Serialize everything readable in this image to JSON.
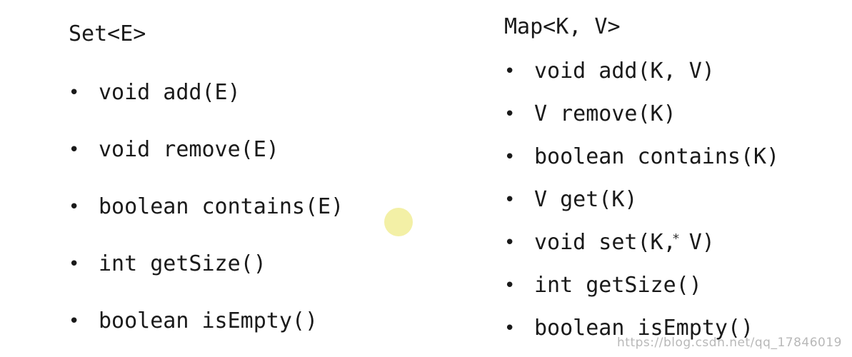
{
  "set_panel": {
    "title": "Set<E>",
    "methods": [
      "void add(E)",
      "void remove(E)",
      "boolean contains(E)",
      "int getSize()",
      "boolean isEmpty()"
    ]
  },
  "map_panel": {
    "title": "Map<K, V>",
    "methods": [
      "void add(K, V)",
      "V remove(K)",
      "boolean contains(K)",
      "V get(K)",
      "void set(K, V)",
      "int getSize()",
      "boolean isEmpty()"
    ]
  },
  "bullet_glyph": "•",
  "cursor_glyph": "*",
  "watermark": "https://blog.csdn.net/qq_17846019",
  "colors": {
    "text": "#1a1a1a",
    "pointer": "#f2ee9c",
    "watermark": "#b8b8b8",
    "background": "#ffffff"
  }
}
